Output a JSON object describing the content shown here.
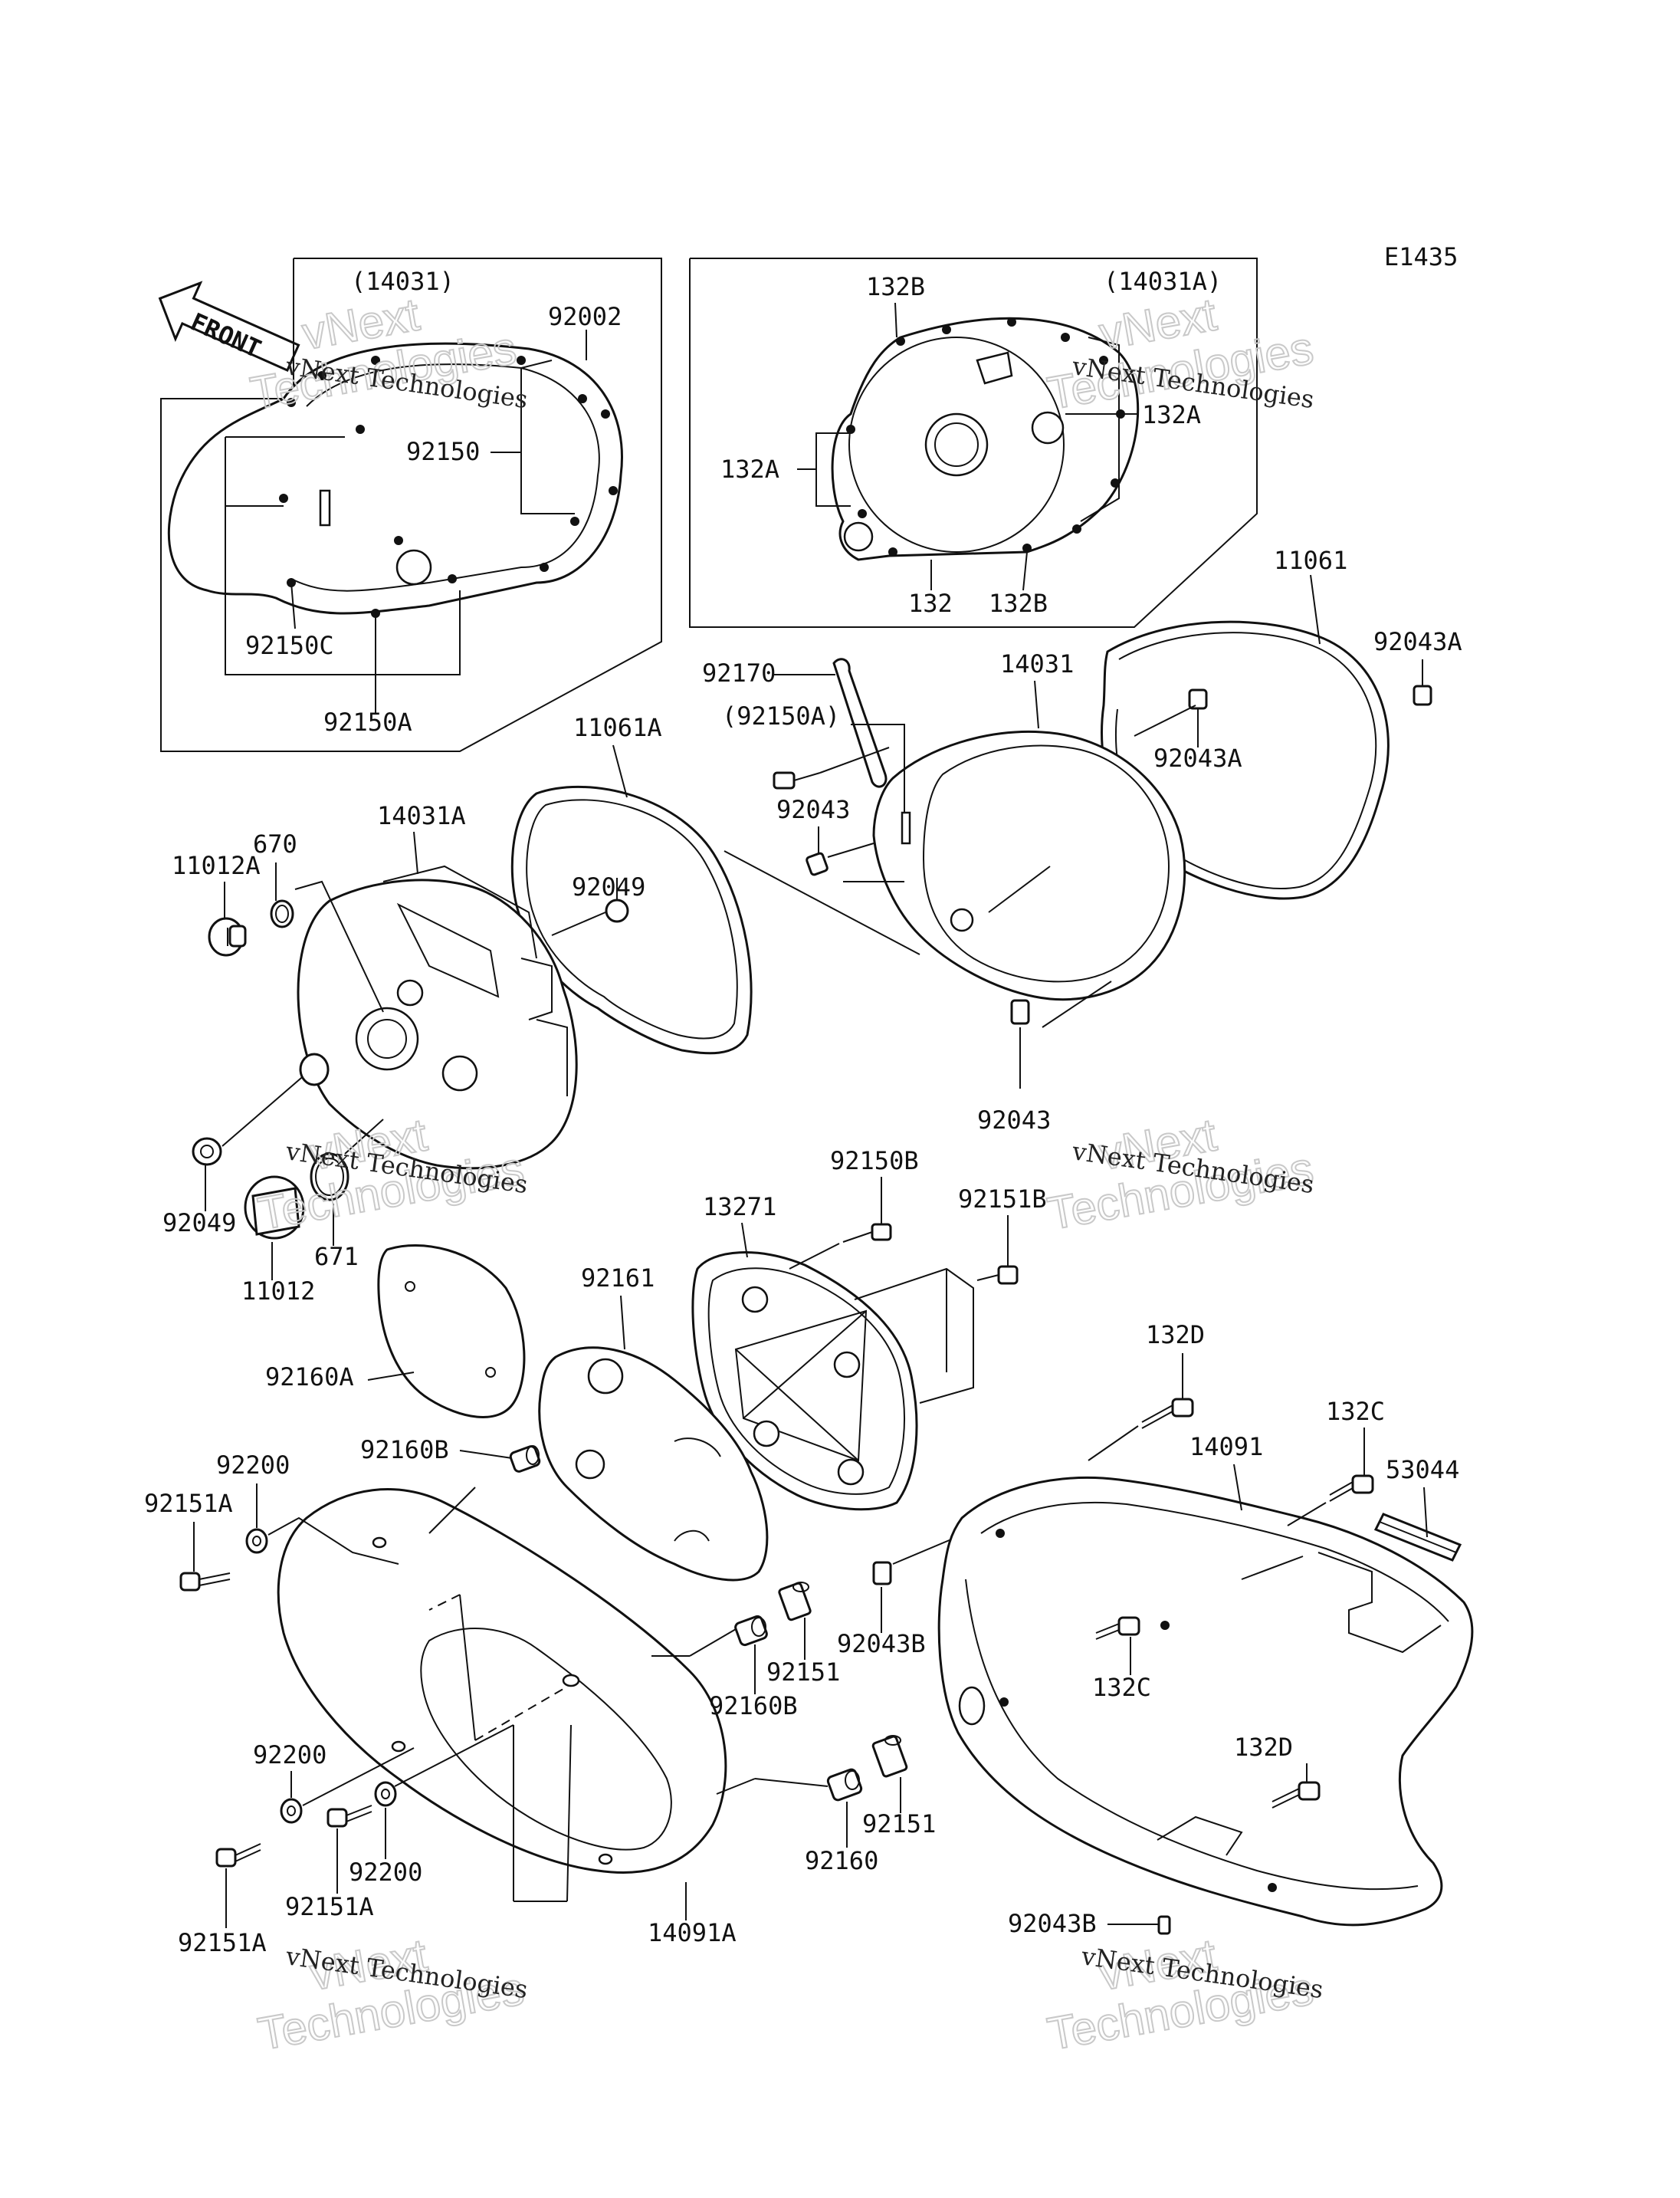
{
  "diagram_code": "E1435",
  "front_label": "FRONT",
  "watermark": {
    "brand": "vNext Technologies",
    "large_line1": "vNext",
    "large_line2": "Technologies"
  },
  "callouts": {
    "c14031p": "(14031)",
    "c92002": "92002",
    "c92150": "92150",
    "c92150C": "92150C",
    "c92150A": "92150A",
    "c14031Ap": "(14031A)",
    "c132B_top": "132B",
    "c132A_right": "132A",
    "c132A_left": "132A",
    "c132": "132",
    "c132B_bottom": "132B",
    "c11061": "11061",
    "c92043A_right": "92043A",
    "c92043A_mid": "92043A",
    "c92170": "92170",
    "c92150Ap": "(92150A)",
    "c14031": "14031",
    "c92043_top": "92043",
    "c92043_bottom": "92043",
    "c11061A": "11061A",
    "c92049_top": "92049",
    "c14031A": "14031A",
    "c670": "670",
    "c11012A": "11012A",
    "c92049_left": "92049",
    "c671": "671",
    "c11012": "11012",
    "c13271": "13271",
    "c92150B": "92150B",
    "c92151B": "92151B",
    "c92161": "92161",
    "c92160A": "92160A",
    "c92160B_top": "92160B",
    "c92200_top": "92200",
    "c92151A_left": "92151A",
    "c132D_top": "132D",
    "c14091": "14091",
    "c132C_top": "132C",
    "c53044": "53044",
    "c92043B": "92043B",
    "c92151_mid": "92151",
    "c92160B_mid": "92160B",
    "c132C_mid": "132C",
    "c132D_bottom": "132D",
    "c92200_mid": "92200",
    "c92200_bottom": "92200",
    "c92151A_mid": "92151A",
    "c92151A_bottom": "92151A",
    "c92160": "92160",
    "c92151_bottom": "92151",
    "c14091A": "14091A",
    "c92043B_bottom": "92043B"
  }
}
